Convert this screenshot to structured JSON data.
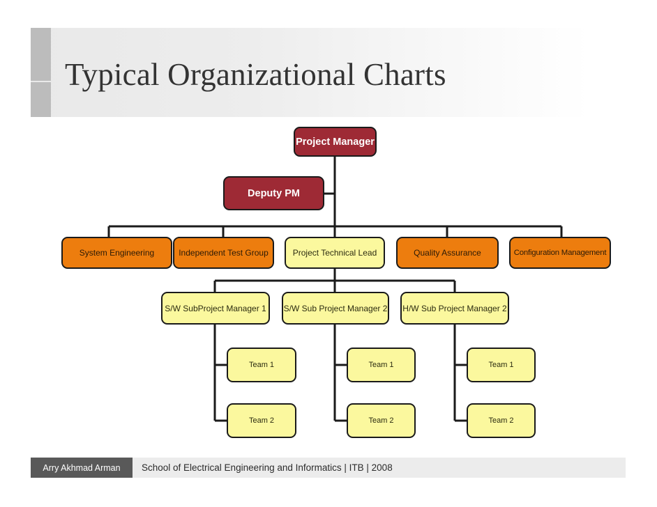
{
  "slide": {
    "title": "Typical Organizational Charts"
  },
  "colors": {
    "executive": "#9E2A35",
    "department": "#ED7D0E",
    "technical": "#FBF89E",
    "connector": "#1A1A1A",
    "header_band": "#EAEAEA",
    "header_accent": "#BCBCBC",
    "footer_author_bg": "#595959",
    "footer_info_bg": "#ECECEC"
  },
  "chart_data": {
    "type": "diagram",
    "title": "Typical Organizational Charts",
    "nodes": [
      {
        "id": "project-manager",
        "label": "Project Manager",
        "level": 0,
        "style": "executive"
      },
      {
        "id": "deputy-pm",
        "label": "Deputy PM",
        "level": 1,
        "style": "executive"
      },
      {
        "id": "system-engineering",
        "label": "System Engineering",
        "level": 2,
        "style": "department"
      },
      {
        "id": "independent-test-group",
        "label": "Independent Test Group",
        "level": 2,
        "style": "department"
      },
      {
        "id": "project-technical-lead",
        "label": "Project Technical Lead",
        "level": 2,
        "style": "technical"
      },
      {
        "id": "quality-assurance",
        "label": "Quality Assurance",
        "level": 2,
        "style": "department"
      },
      {
        "id": "configuration-management",
        "label": "Configuration Management",
        "level": 2,
        "style": "department"
      },
      {
        "id": "sw-subproject-manager-1",
        "label": "S/W SubProject Manager 1",
        "level": 3,
        "style": "technical"
      },
      {
        "id": "sw-sub-project-manager-2",
        "label": "S/W Sub Project Manager 2",
        "level": 3,
        "style": "technical"
      },
      {
        "id": "hw-sub-project-manager-2",
        "label": "H/W Sub Project Manager 2",
        "level": 3,
        "style": "technical"
      },
      {
        "id": "team-1-a",
        "label": "Team 1",
        "level": 4,
        "style": "technical"
      },
      {
        "id": "team-2-a",
        "label": "Team 2",
        "level": 4,
        "style": "technical"
      },
      {
        "id": "team-1-b",
        "label": "Team 1",
        "level": 4,
        "style": "technical"
      },
      {
        "id": "team-2-b",
        "label": "Team 2",
        "level": 4,
        "style": "technical"
      },
      {
        "id": "team-1-c",
        "label": "Team 1",
        "level": 4,
        "style": "technical"
      },
      {
        "id": "team-2-c",
        "label": "Team 2",
        "level": 4,
        "style": "technical"
      }
    ],
    "edges": [
      {
        "from": "project-manager",
        "to": "deputy-pm"
      },
      {
        "from": "project-manager",
        "to": "system-engineering"
      },
      {
        "from": "project-manager",
        "to": "independent-test-group"
      },
      {
        "from": "project-manager",
        "to": "project-technical-lead"
      },
      {
        "from": "project-manager",
        "to": "quality-assurance"
      },
      {
        "from": "project-manager",
        "to": "configuration-management"
      },
      {
        "from": "project-technical-lead",
        "to": "sw-subproject-manager-1"
      },
      {
        "from": "project-technical-lead",
        "to": "sw-sub-project-manager-2"
      },
      {
        "from": "project-technical-lead",
        "to": "hw-sub-project-manager-2"
      },
      {
        "from": "sw-subproject-manager-1",
        "to": "team-1-a"
      },
      {
        "from": "sw-subproject-manager-1",
        "to": "team-2-a"
      },
      {
        "from": "sw-sub-project-manager-2",
        "to": "team-1-b"
      },
      {
        "from": "sw-sub-project-manager-2",
        "to": "team-2-b"
      },
      {
        "from": "hw-sub-project-manager-2",
        "to": "team-1-c"
      },
      {
        "from": "hw-sub-project-manager-2",
        "to": "team-2-c"
      }
    ]
  },
  "footer": {
    "author": "Arry Akhmad Arman",
    "info": "School of Electrical Engineering and Informatics | ITB | 2008"
  }
}
